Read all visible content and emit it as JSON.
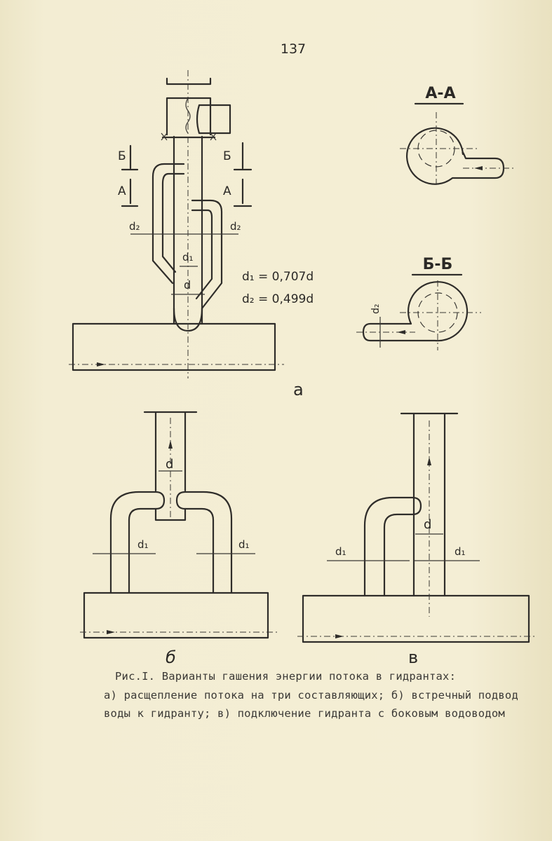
{
  "page_number": "137",
  "fig_a": {
    "section_aa": "А-А",
    "section_bb": "Б-Б",
    "cut_b": "Б",
    "cut_a": "А",
    "label_d": "d",
    "label_d1": "d₁",
    "label_d2": "d₂",
    "formula_d1": "d₁ = 0,707d",
    "formula_d2": "d₂ = 0,499d",
    "letter": "а"
  },
  "fig_b": {
    "label_d": "d",
    "label_d1": "d₁",
    "letter": "б"
  },
  "fig_v": {
    "label_d": "d",
    "label_d1": "d₁",
    "letter": "в"
  },
  "caption": {
    "line1": "Рис.I. Варианты гашения энергии потока в гидрантах:",
    "line2": "а) расщепление потока на три составляющих; б) встречный подвод",
    "line3": "воды к гидранту; в) подключение гидранта с боковым водоводом"
  }
}
